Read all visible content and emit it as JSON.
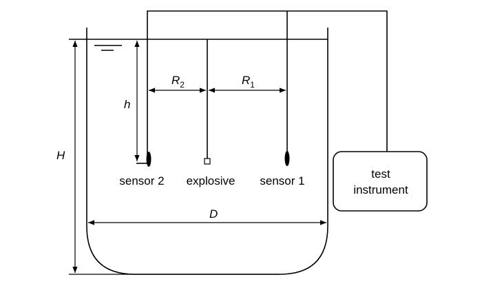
{
  "labels": {
    "H": "H",
    "h": "h",
    "R2_main": "R",
    "R2_sub": "2",
    "R1_main": "R",
    "R1_sub": "1",
    "D": "D",
    "sensor2": "sensor 2",
    "explosive": "explosive",
    "sensor1": "sensor 1",
    "instrument_line1": "test",
    "instrument_line2": "instrument"
  }
}
